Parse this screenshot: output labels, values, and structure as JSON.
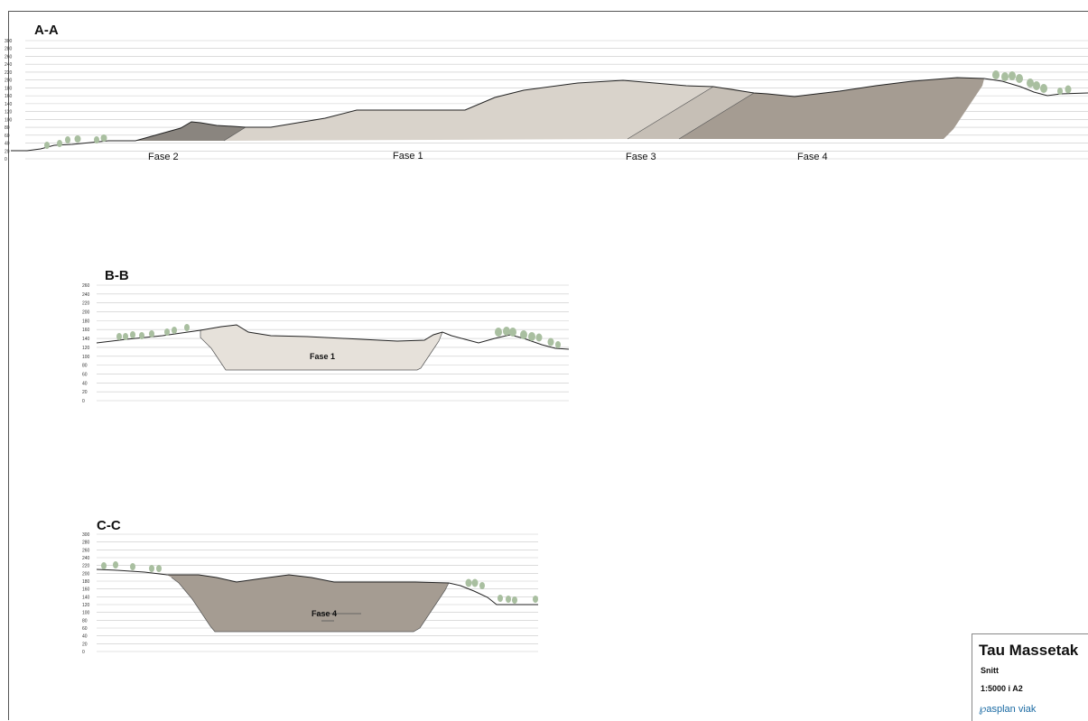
{
  "sections": [
    {
      "title": "A-A",
      "ticks": [
        "300",
        "280",
        "260",
        "240",
        "220",
        "200",
        "180",
        "160",
        "140",
        "120",
        "100",
        "80",
        "60",
        "40",
        "20",
        "0"
      ],
      "phases": [
        "Fase 2",
        "Fase 1",
        "Fase 3",
        "Fase 4"
      ]
    },
    {
      "title": "B-B",
      "ticks": [
        "260",
        "240",
        "220",
        "200",
        "180",
        "160",
        "140",
        "120",
        "100",
        "80",
        "60",
        "40",
        "20",
        "0"
      ],
      "phases": [
        "Fase 1"
      ]
    },
    {
      "title": "C-C",
      "ticks": [
        "300",
        "280",
        "260",
        "240",
        "220",
        "200",
        "180",
        "160",
        "140",
        "120",
        "100",
        "80",
        "60",
        "40",
        "20",
        "0"
      ],
      "phases": [
        "Fase 4"
      ]
    }
  ],
  "titleblock": {
    "title": "Tau Massetak",
    "subtitle": "Snitt",
    "scale": "1:5000 i A2",
    "logo": "asplan viak"
  },
  "colors": {
    "fase1": "#d9d3cb",
    "fase2": "#8a857f",
    "fase3": "#c6bfb6",
    "fase4": "#a59c92",
    "tree": "#a9bfa0",
    "grid": "#c8c8c8",
    "logo": "#1a6aa3"
  }
}
